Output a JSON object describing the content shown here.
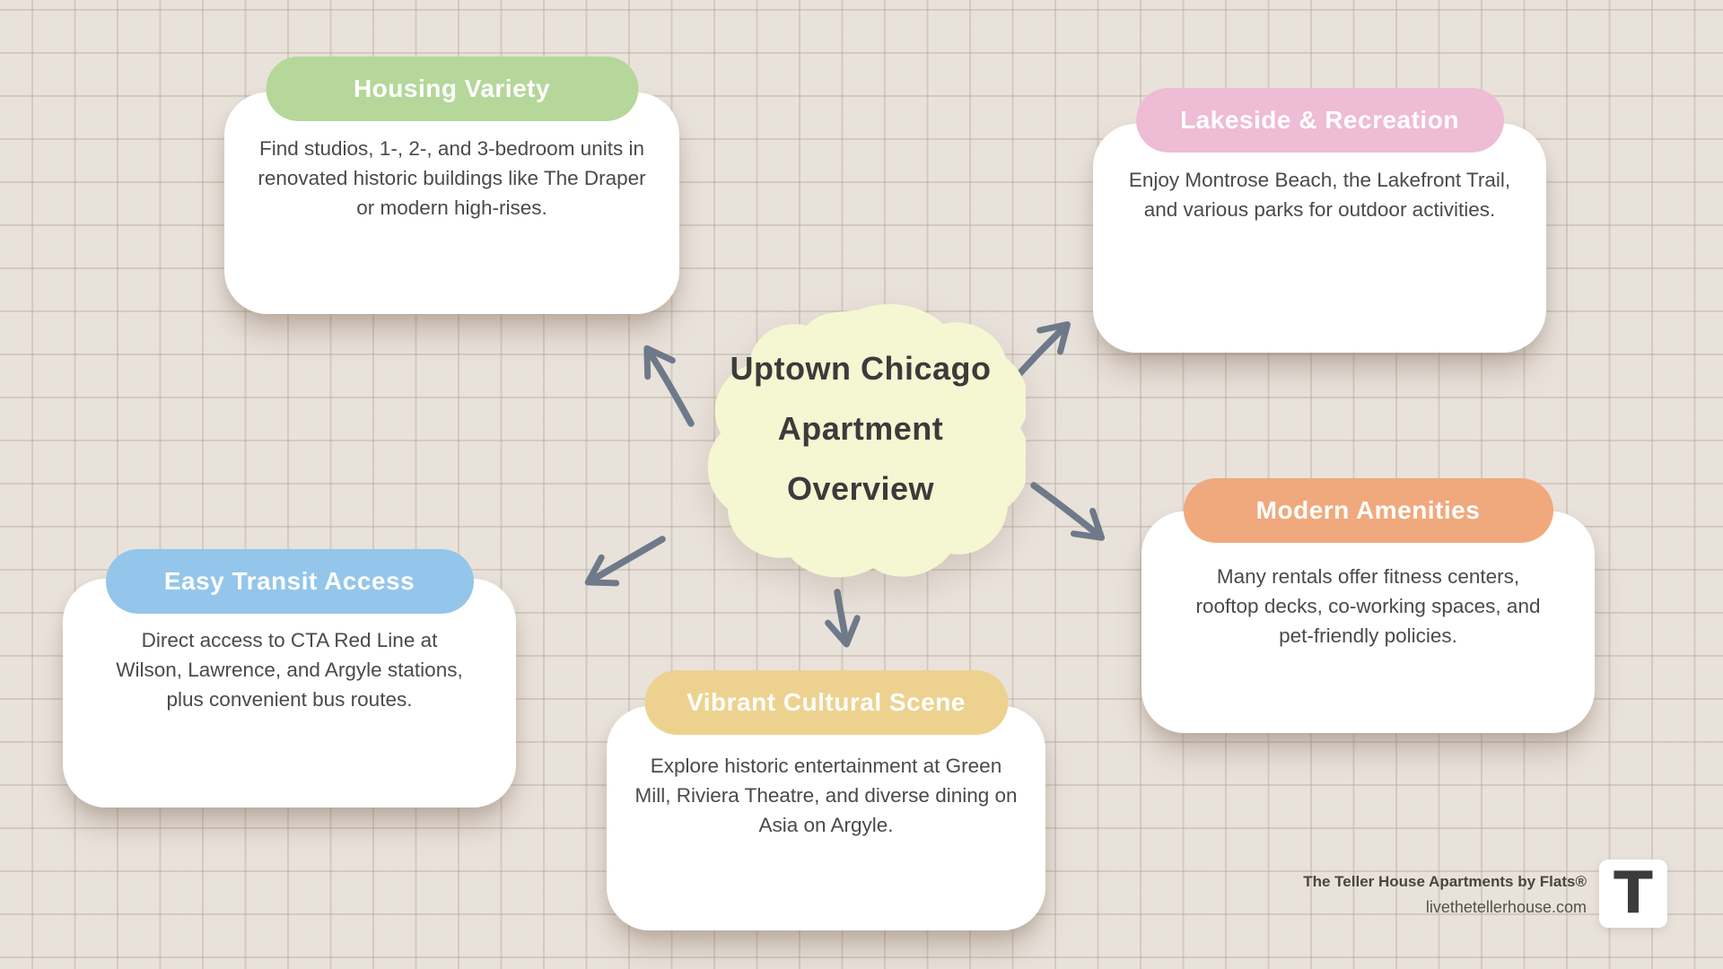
{
  "center": {
    "lines": [
      "Uptown Chicago",
      "Apartment",
      "Overview"
    ]
  },
  "branches": [
    {
      "title": "Housing Variety",
      "color": "#b5d79a",
      "lines": [
        "Find studios, 1-, 2-, and 3-bedroom units in",
        "renovated historic buildings like The Draper",
        "or modern high-rises."
      ]
    },
    {
      "title": "Lakeside & Recreation",
      "color": "#eebcd4",
      "lines": [
        "Enjoy Montrose Beach, the Lakefront Trail,",
        "and various parks for outdoor activities."
      ]
    },
    {
      "title": "Easy Transit Access",
      "color": "#93c6ea",
      "lines": [
        "Direct access to CTA Red Line at",
        "Wilson, Lawrence, and Argyle stations,",
        "plus convenient bus routes."
      ]
    },
    {
      "title": "Vibrant Cultural Scene",
      "color": "#edd28f",
      "lines": [
        "Explore historic entertainment at Green",
        "Mill, Riviera Theatre, and diverse dining on",
        "Asia on Argyle."
      ]
    },
    {
      "title": "Modern Amenities",
      "color": "#f0a97d",
      "lines": [
        "Many rentals offer fitness centers,",
        "rooftop decks, co-working spaces, and",
        "pet-friendly policies."
      ]
    }
  ],
  "footer": {
    "brand": "The Teller House Apartments by Flats®",
    "website": "livethetellerhouse.com",
    "logo_letter": "T"
  },
  "colors": {
    "background": "#e9e2db",
    "grid_line": "#d8cfc7",
    "card": "#ffffff",
    "blob": "#f5f6d2",
    "arrow": "#6e7a8a",
    "heading_text": "#ffffff",
    "body_text": "#4a4a4a",
    "center_text": "#3b3b3b"
  }
}
